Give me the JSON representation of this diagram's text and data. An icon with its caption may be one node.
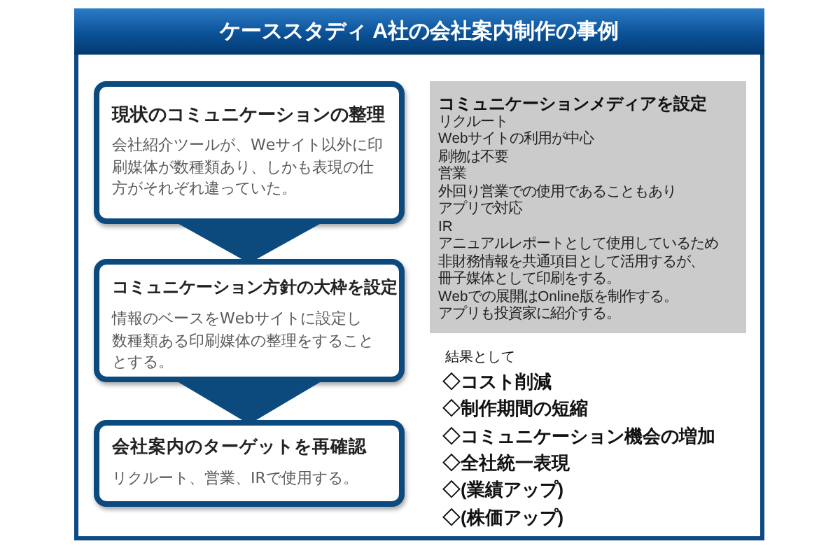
{
  "diagram": {
    "nodes": [
      {
        "text": [
          "ケーススタディ A社の会社案内制作の事例"
        ]
      },
      {
        "text": [
          "現状のコミュニケーションの整理",
          "会社紹介ツールが、Weサイト以外に印刷媒体が数種類あり、しかも表現の仕方がそれぞれ違っていた。"
        ],
        "in": 0
      },
      {
        "text": [
          "コミュニケーション方針の大枠を設定",
          "情報のベースをWebサイトに設定し数種類ある印刷媒体の整理をすることとする。"
        ],
        "in": 0
      },
      {
        "text": [
          "会社案内のターゲットを再確認",
          "リクルート、営業、IRで使用する。"
        ],
        "in": 0
      },
      {
        "text": [
          "コミュニケーションメディアを設定",
          "リクルート",
          "Webサイトの利用が中心",
          "刷物は不要",
          "営業",
          "外回り営業での使用であることもあり",
          "アプリで対応",
          "IR",
          "アニュアルレポートとして使用しているため",
          "非財務情報を共通項目として活用するが、",
          "冊子媒体として印刷をする。",
          "Webでの展開はOnline版を制作する。",
          "アプリも投資家に紹介する。"
        ],
        "in": 0
      }
    ],
    "edges": [
      {
        "from": 1,
        "to": 2,
        "arrow": "to"
      },
      {
        "from": 2,
        "to": 3,
        "arrow": "to"
      }
    ],
    "labels": [
      "結果として",
      "◇コスト削減",
      "◇制作期間の短縮",
      "◇コミュニケーション機会の増加",
      "◇全社統一表現",
      "◇(業績アップ)",
      "◇(株価アップ)"
    ]
  }
}
